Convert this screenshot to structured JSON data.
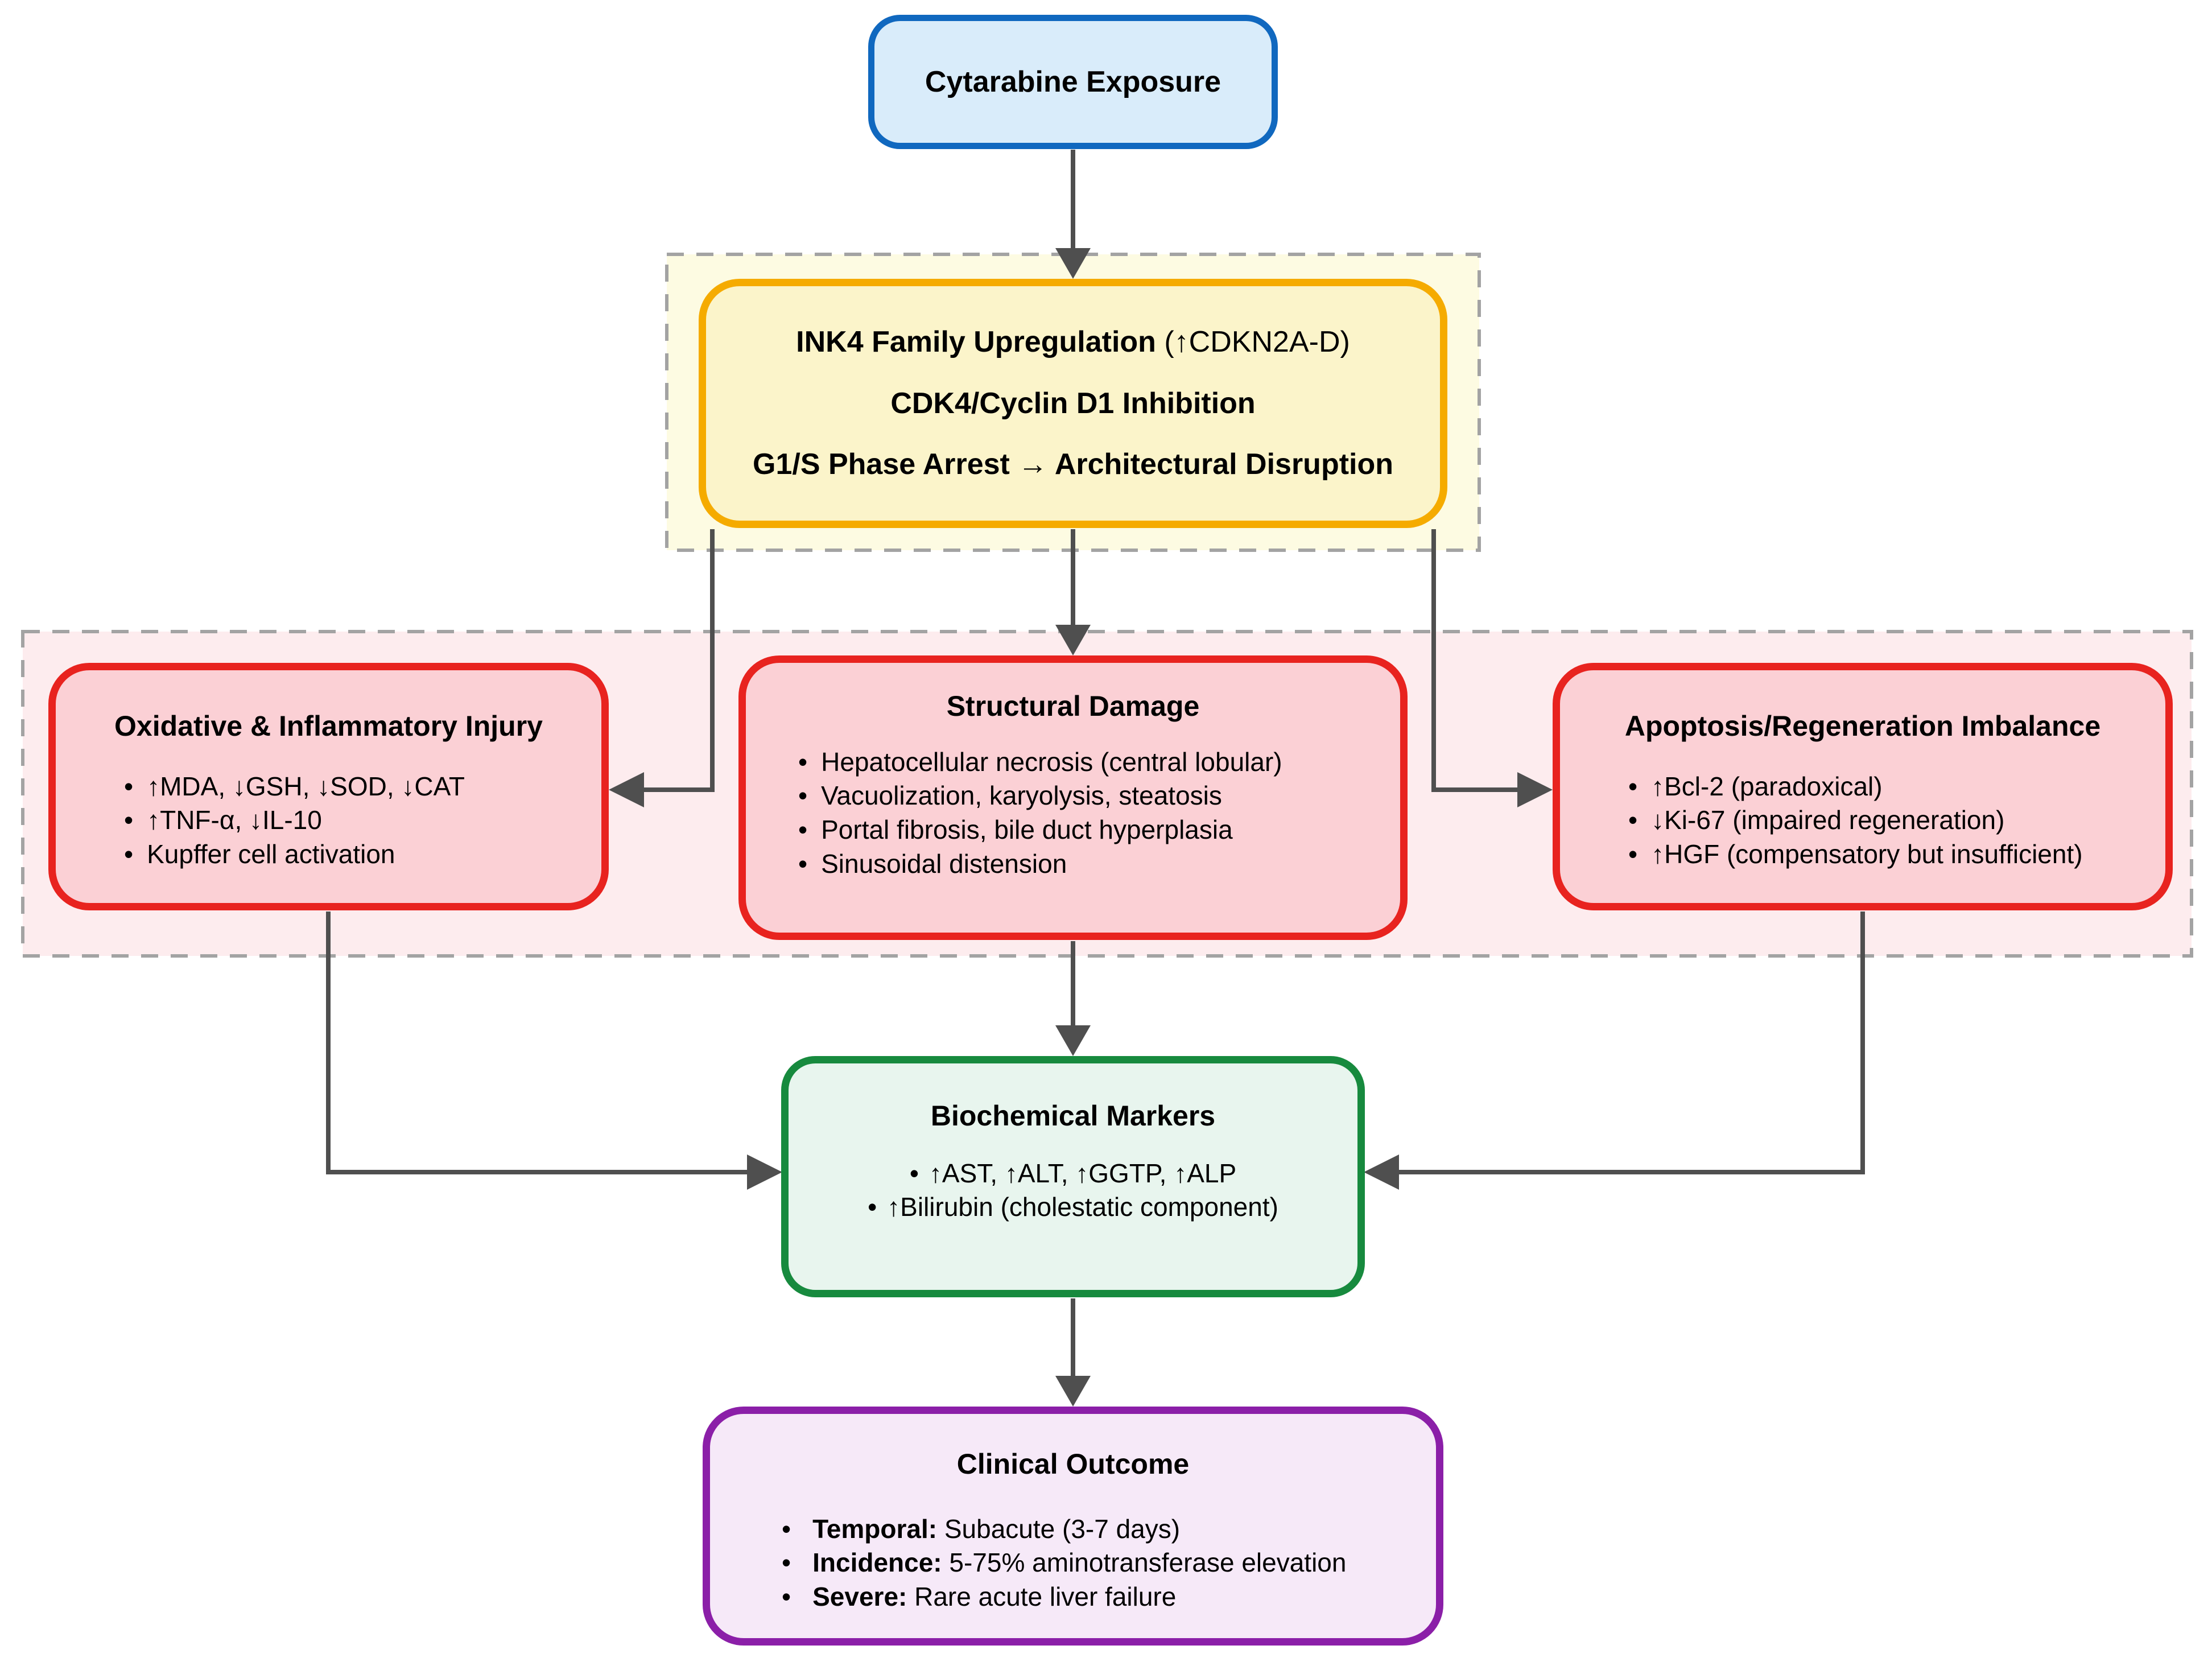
{
  "nodes": {
    "exposure": {
      "title": "Cytarabine Exposure"
    },
    "mechanism": {
      "line1_bold": "INK4 Family Upregulation",
      "line1_rest": " (↑CDKN2A-D)",
      "line2": "CDK4/Cyclin D1 Inhibition",
      "line3": "G1/S Phase Arrest → Architectural Disruption"
    },
    "oxidative": {
      "title": "Oxidative & Inflammatory Injury",
      "bullets": [
        "↑MDA, ↓GSH, ↓SOD, ↓CAT",
        "↑TNF-α, ↓IL-10",
        "Kupffer cell activation"
      ]
    },
    "structural": {
      "title": "Structural Damage",
      "bullets": [
        "Hepatocellular necrosis (central lobular)",
        "Vacuolization, karyolysis, steatosis",
        "Portal fibrosis, bile duct hyperplasia",
        "Sinusoidal distension"
      ]
    },
    "apoptosis": {
      "title": "Apoptosis/Regeneration Imbalance",
      "bullets": [
        "↑Bcl-2 (paradoxical)",
        "↓Ki-67 (impaired regeneration)",
        "↑HGF (compensatory but insufficient)"
      ]
    },
    "markers": {
      "title": "Biochemical Markers",
      "bullets": [
        "↑AST, ↑ALT, ↑GGTP, ↑ALP",
        "↑Bilirubin (cholestatic component)"
      ]
    },
    "outcome": {
      "title": "Clinical Outcome",
      "bullets": [
        {
          "label": "Temporal:",
          "text": " Subacute (3-7 days)"
        },
        {
          "label": "Incidence:",
          "text": " 5-75% aminotransferase elevation"
        },
        {
          "label": "Severe:",
          "text": " Rare acute liver failure"
        }
      ]
    }
  },
  "colors": {
    "exposure_border": "#1068bf",
    "exposure_fill": "#d9ecfa",
    "mechanism_border": "#f5ab00",
    "mechanism_fill": "#fbf4ca",
    "mechanism_group_fill": "#fdfbe2",
    "injury_border": "#e8231f",
    "injury_fill": "#fbd0d5",
    "injury_group_fill": "#fdecee",
    "markers_border": "#178a3e",
    "markers_fill": "#e8f5ee",
    "outcome_border": "#8b1fa8",
    "outcome_fill": "#f6e9f8",
    "arrow": "#4f4f4f",
    "group_dash": "#a3a3a3"
  }
}
